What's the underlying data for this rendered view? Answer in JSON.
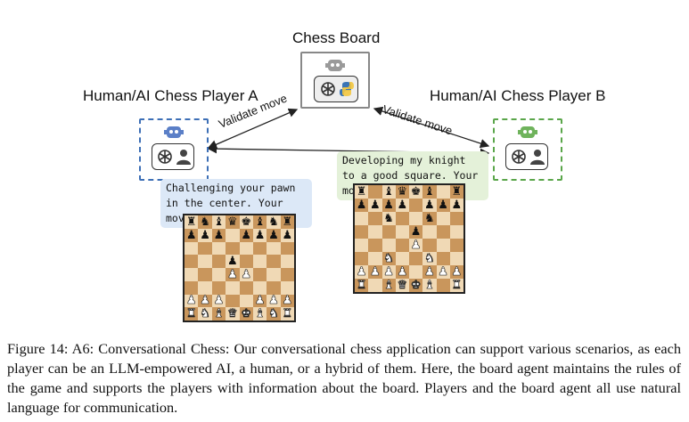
{
  "figure": {
    "board_label": "Chess Board",
    "player_a_label": "Human/AI Chess Player A",
    "player_b_label": "Human/AI Chess Player B",
    "validate_left": "Validate move",
    "validate_right": "Validate move",
    "bubble_a": "Challenging your pawn in the center. Your move.",
    "bubble_b": "Developing my knight to a good square. Your move.",
    "colors": {
      "player_a": "#3d6fb6",
      "player_b": "#5aa64a",
      "board_agent": "#888888",
      "bubble_a": "#dce8f7",
      "bubble_b": "#e4f1d9"
    },
    "icons": [
      "robot-icon",
      "openai-icon",
      "python-icon",
      "person-icon"
    ],
    "board_left": [
      "rnbqkbnr",
      "ppp.pppp",
      "........",
      "...p....",
      "...PP...",
      "........",
      "PPP..PPP",
      "RNBQKBNR"
    ],
    "board_right": [
      "r.bqkb.r",
      "pppp.ppp",
      "..n..n..",
      "....p...",
      "....P...",
      "..N..N..",
      "PPPP.PPP",
      "R.BQKB.R"
    ]
  },
  "caption": {
    "text": "Figure 14: A6: Conversational Chess: Our conversational chess application can support various scenarios, as each player can be an LLM-empowered AI, a human, or a hybrid of them. Here, the board agent maintains the rules of the game and supports the players with information about the board. Players and the board agent all use natural language for communication."
  }
}
